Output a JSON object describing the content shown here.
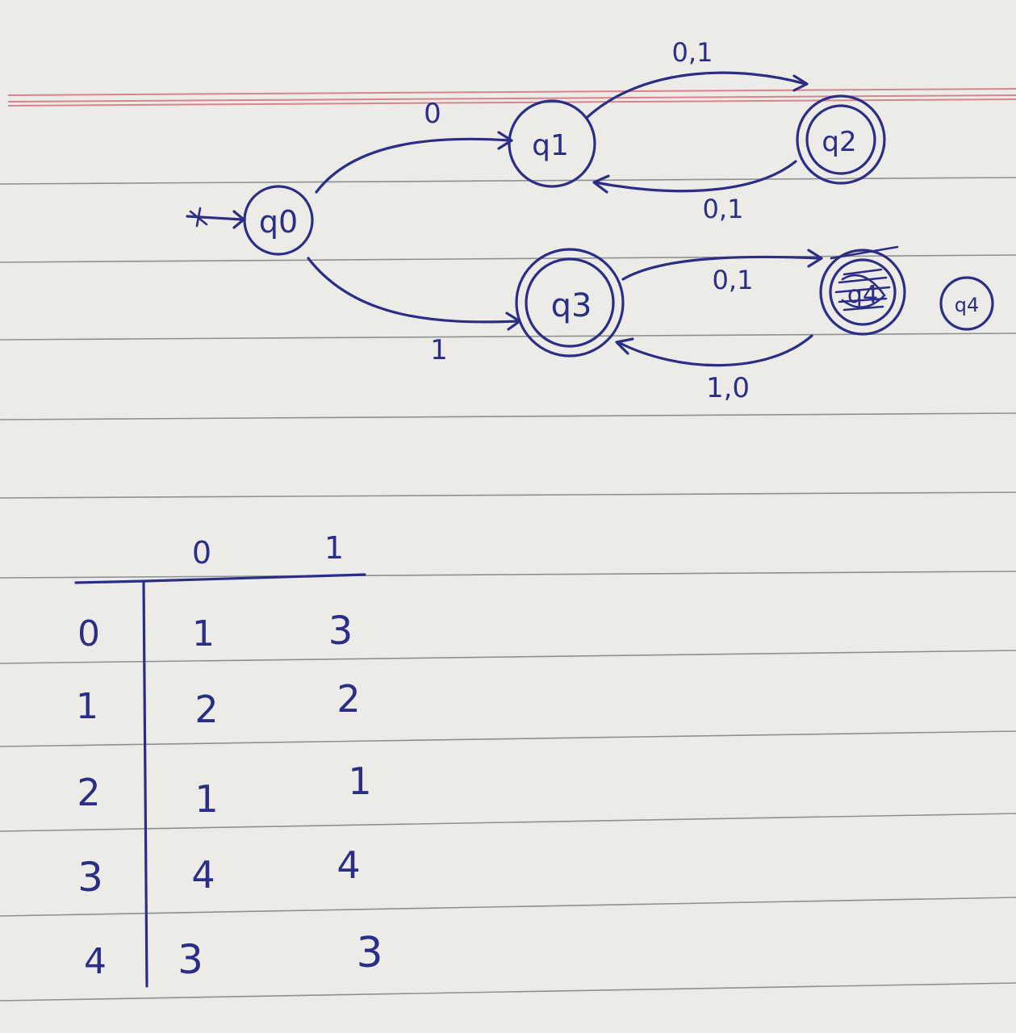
{
  "diagram": {
    "states": [
      {
        "id": "q0",
        "label": "q0",
        "start": true,
        "accept": false
      },
      {
        "id": "q1",
        "label": "q1",
        "accept": false
      },
      {
        "id": "q2",
        "label": "q2",
        "accept": true
      },
      {
        "id": "q3",
        "label": "q3",
        "accept": true
      },
      {
        "id": "q4",
        "label": "q4",
        "accept": true,
        "scribbled": true
      },
      {
        "id": "q4_note",
        "label": "q4",
        "accept": false
      }
    ],
    "start_mark": "→",
    "transitions": [
      {
        "from": "q0",
        "to": "q1",
        "label": "0"
      },
      {
        "from": "q0",
        "to": "q3",
        "label": "1"
      },
      {
        "from": "q1",
        "to": "q2",
        "label": "0,1"
      },
      {
        "from": "q2",
        "to": "q1",
        "label": "0,1"
      },
      {
        "from": "q3",
        "to": "q4",
        "label": "0,1"
      },
      {
        "from": "q4",
        "to": "q3",
        "label": "1,0"
      }
    ]
  },
  "table": {
    "columns": [
      "0",
      "1"
    ],
    "rows": [
      {
        "state": "0",
        "cells": [
          "1",
          "3"
        ]
      },
      {
        "state": "1",
        "cells": [
          "2",
          "2"
        ]
      },
      {
        "state": "2",
        "cells": [
          "1",
          "1"
        ]
      },
      {
        "state": "3",
        "cells": [
          "4",
          "4"
        ]
      },
      {
        "state": "4",
        "cells": [
          "3",
          "3"
        ]
      }
    ]
  },
  "colors": {
    "ink": "#2b2e86",
    "paper": "#ecebe8",
    "rule": "#6f7478",
    "margin_rule": "#d8848a"
  }
}
